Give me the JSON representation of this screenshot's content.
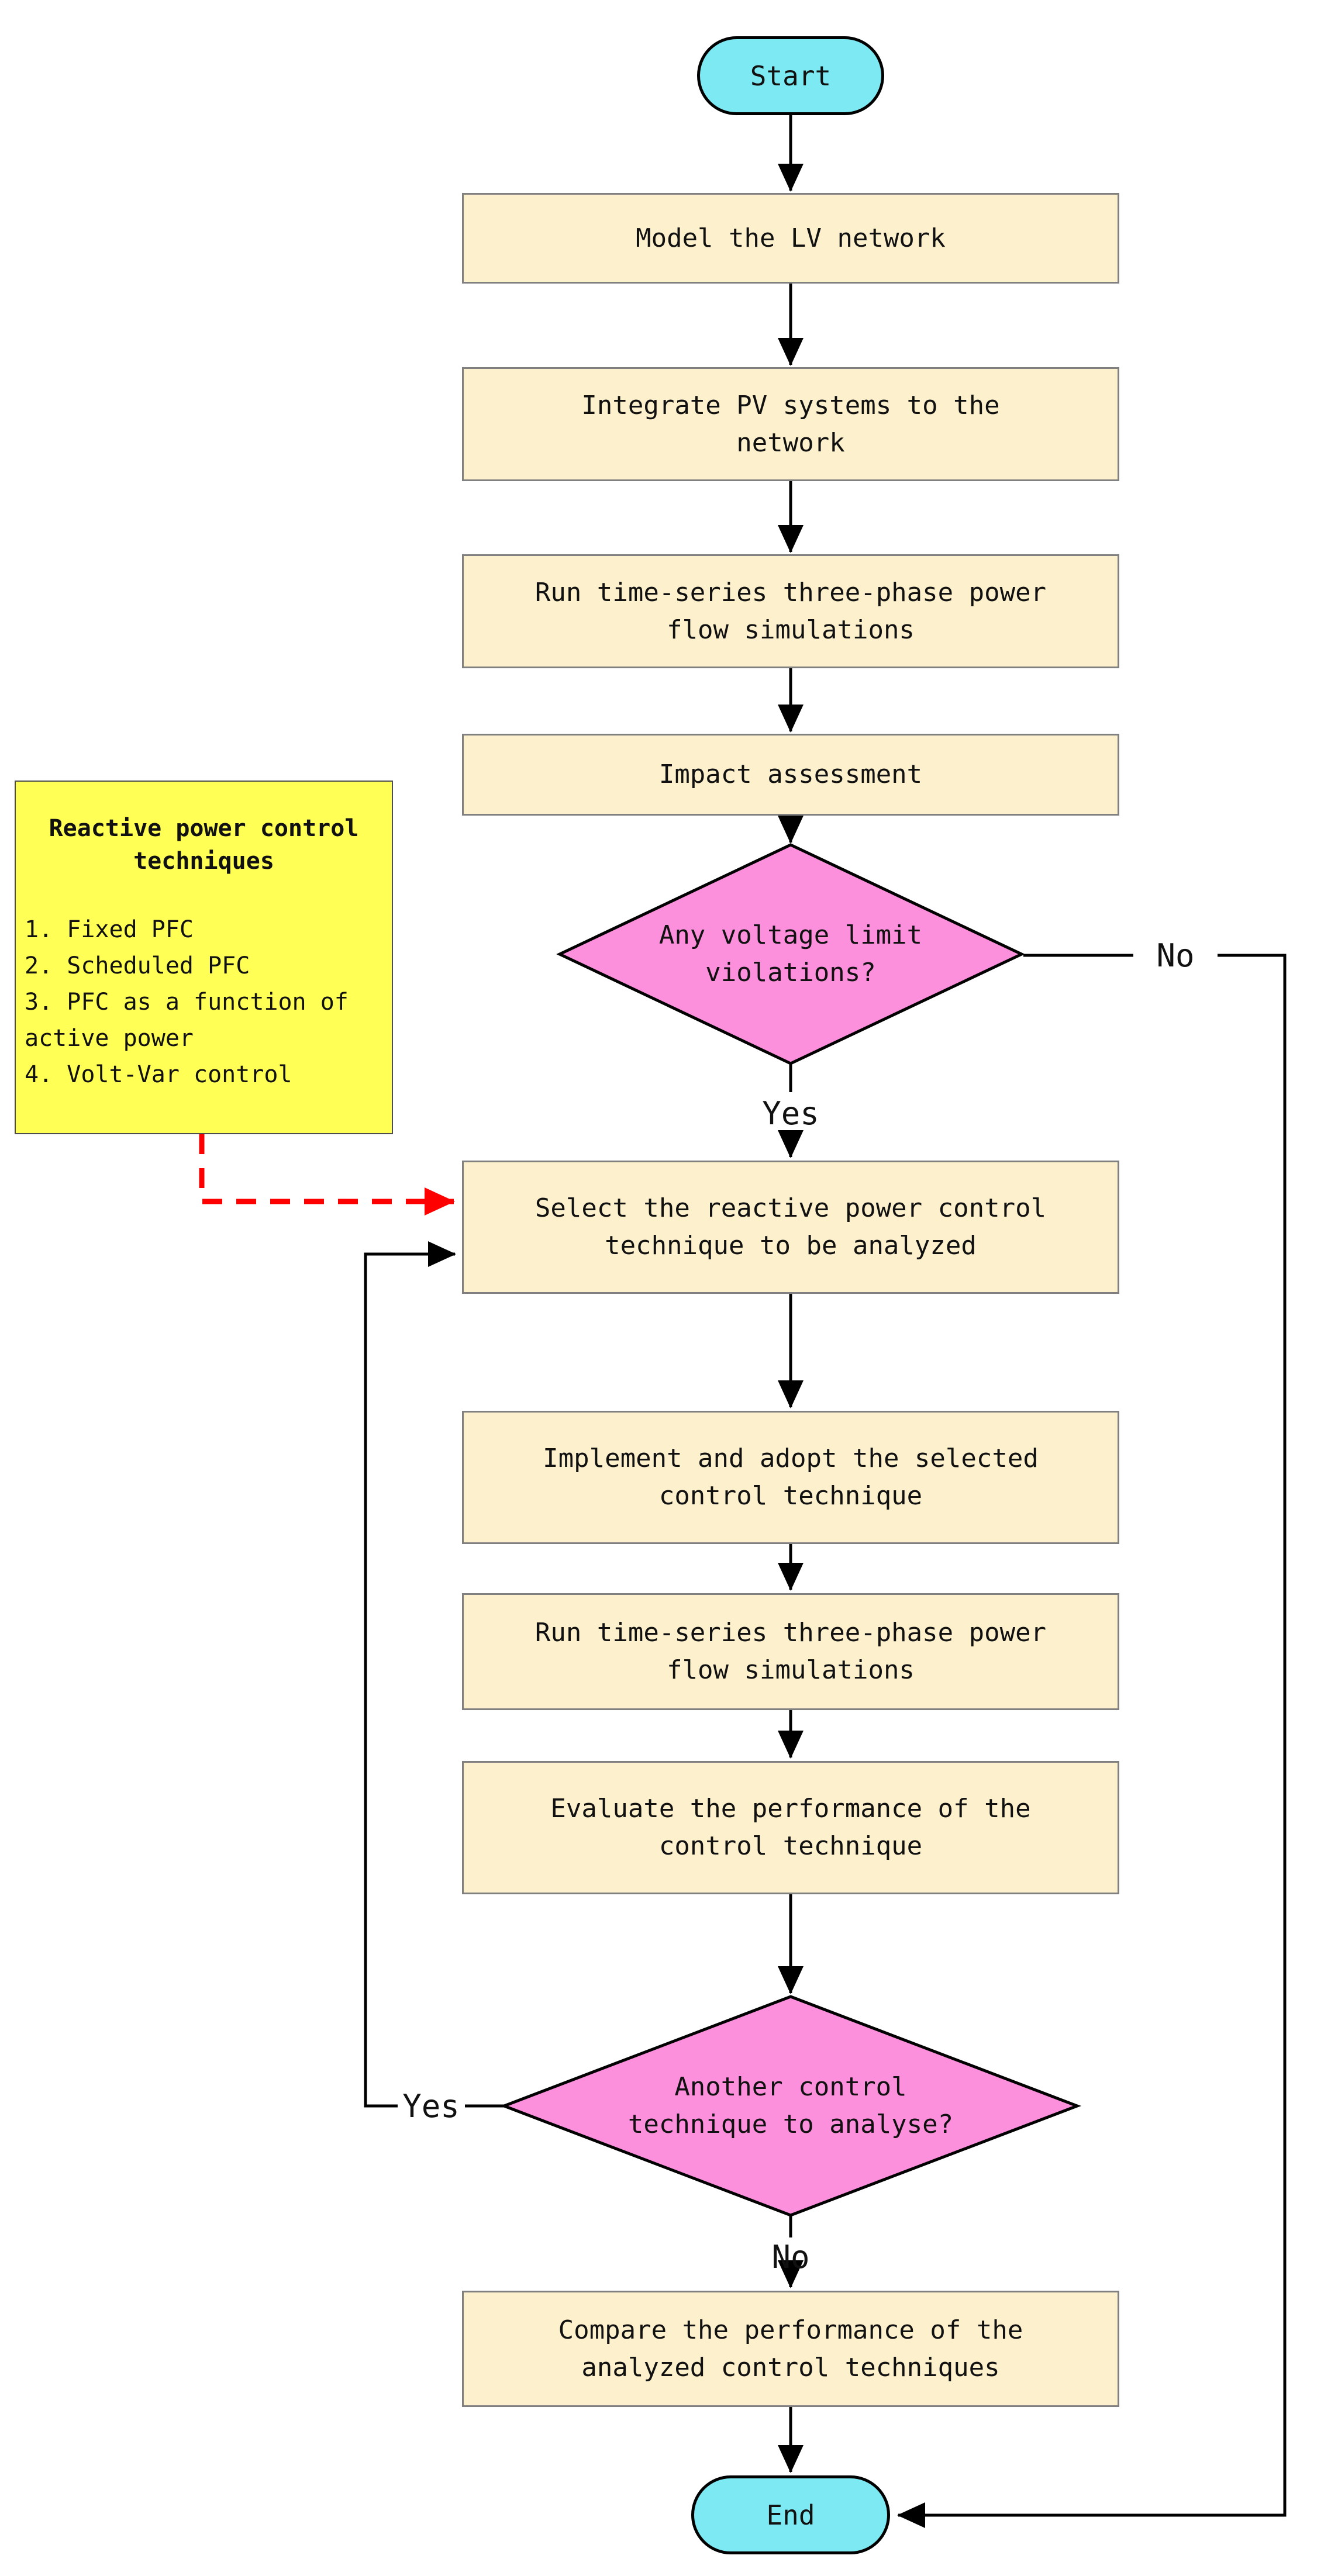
{
  "nodes": {
    "start": {
      "label": "Start"
    },
    "model": {
      "label": "Model the LV network"
    },
    "integrate": {
      "label": "Integrate PV systems to the network"
    },
    "run1": {
      "label": "Run time-series three-phase power flow simulations"
    },
    "impact": {
      "label": "Impact assessment"
    },
    "decision_voltage": {
      "label": "Any voltage limit violations?"
    },
    "select": {
      "label": "Select the reactive power control technique to be analyzed"
    },
    "implement": {
      "label": "Implement and adopt the selected control technique"
    },
    "run2": {
      "label": "Run time-series three-phase power flow simulations"
    },
    "evaluate": {
      "label": "Evaluate the performance of the control technique"
    },
    "decision_another": {
      "label": "Another control technique to analyse?"
    },
    "compare": {
      "label": "Compare the performance of the analyzed control techniques"
    },
    "end": {
      "label": "End"
    }
  },
  "note": {
    "title": "Reactive power control techniques",
    "items": [
      "1. Fixed PFC",
      "2. Scheduled PFC",
      "3. PFC as a function of active power",
      "4. Volt-Var control"
    ]
  },
  "labels": {
    "yes1": "Yes",
    "no1": "No",
    "yes2": "Yes",
    "no2": "No"
  },
  "colors": {
    "terminal_fill": "#7de9f2",
    "process_fill": "#fdf0cc",
    "process_border": "#808080",
    "decision_fill": "#fc90dc",
    "note_fill": "#ffff56",
    "connector": "#000000",
    "note_arrow": "#ff0000"
  }
}
